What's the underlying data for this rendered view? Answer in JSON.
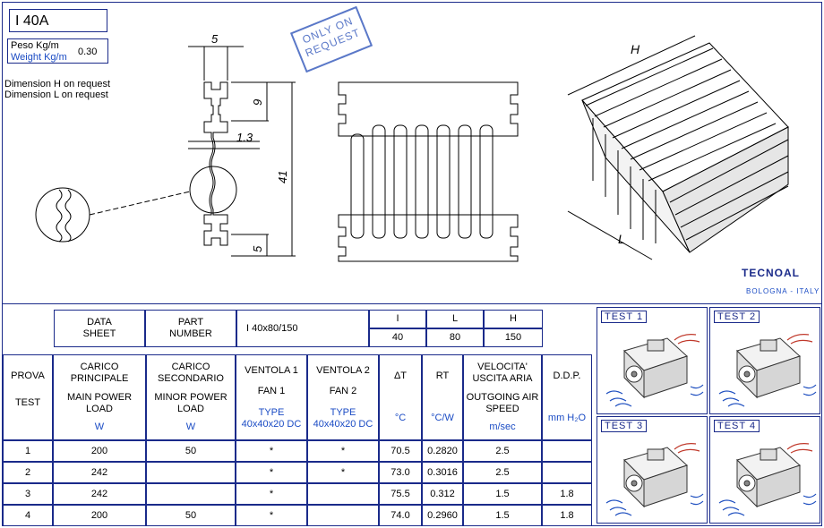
{
  "header": {
    "title": "I 40A",
    "weight_label_it": "Peso Kg/m",
    "weight_label_en": "Weight Kg/m",
    "weight_value": "0.30",
    "note1": "Dimension H on request",
    "note2": "Dimension L on request",
    "stamp_line1": "ONLY ON",
    "stamp_line2": "REQUEST",
    "logo": "TECNOAL",
    "logo_sub": "BOLOGNA - ITALY"
  },
  "drawing": {
    "dim_top": "5",
    "dim_9": "9",
    "dim_13": "1.3",
    "dim_41": "41",
    "dim_bottom": "5",
    "iso_h": "H",
    "iso_l": "L"
  },
  "spec": {
    "data_sheet_it": "DATA",
    "data_sheet_en": "SHEET",
    "part_it": "PART",
    "part_en": "NUMBER",
    "part_value": "I 40x80/150",
    "col_i": "I",
    "col_l": "L",
    "col_h": "H",
    "val_i": "40",
    "val_l": "80",
    "val_h": "150"
  },
  "table": {
    "headers": [
      {
        "it": "PROVA",
        "en": "TEST",
        "unit": ""
      },
      {
        "it": "CARICO PRINCIPALE",
        "en": "MAIN POWER LOAD",
        "unit": "W"
      },
      {
        "it": "CARICO SECONDARIO",
        "en": "MINOR POWER LOAD",
        "unit": "W"
      },
      {
        "it": "VENTOLA 1",
        "en": "FAN 1",
        "unit": "TYPE 40x40x20 DC"
      },
      {
        "it": "VENTOLA 2",
        "en": "FAN 2",
        "unit": "TYPE 40x40x20 DC"
      },
      {
        "it": "ΔT",
        "en": "",
        "unit": "°C"
      },
      {
        "it": "RT",
        "en": "",
        "unit": "°C/W"
      },
      {
        "it": "VELOCITA' USCITA ARIA",
        "en": "OUTGOING AIR SPEED",
        "unit": "m/sec"
      },
      {
        "it": "D.D.P.",
        "en": "",
        "unit": "mm H₂O"
      }
    ],
    "rows": [
      [
        "1",
        "200",
        "50",
        "*",
        "*",
        "70.5",
        "0.2820",
        "2.5",
        ""
      ],
      [
        "2",
        "242",
        "",
        "*",
        "*",
        "73.0",
        "0.3016",
        "2.5",
        ""
      ],
      [
        "3",
        "242",
        "",
        "*",
        "",
        "75.5",
        "0.312",
        "1.5",
        "1.8"
      ],
      [
        "4",
        "200",
        "50",
        "*",
        "",
        "74.0",
        "0.2960",
        "1.5",
        "1.8"
      ]
    ]
  },
  "tests": [
    "TEST 1",
    "TEST 2",
    "TEST 3",
    "TEST 4"
  ],
  "colors": {
    "frame": "#1a2a8a",
    "accent": "#1a4bc4",
    "stamp": "#5a78c8"
  }
}
